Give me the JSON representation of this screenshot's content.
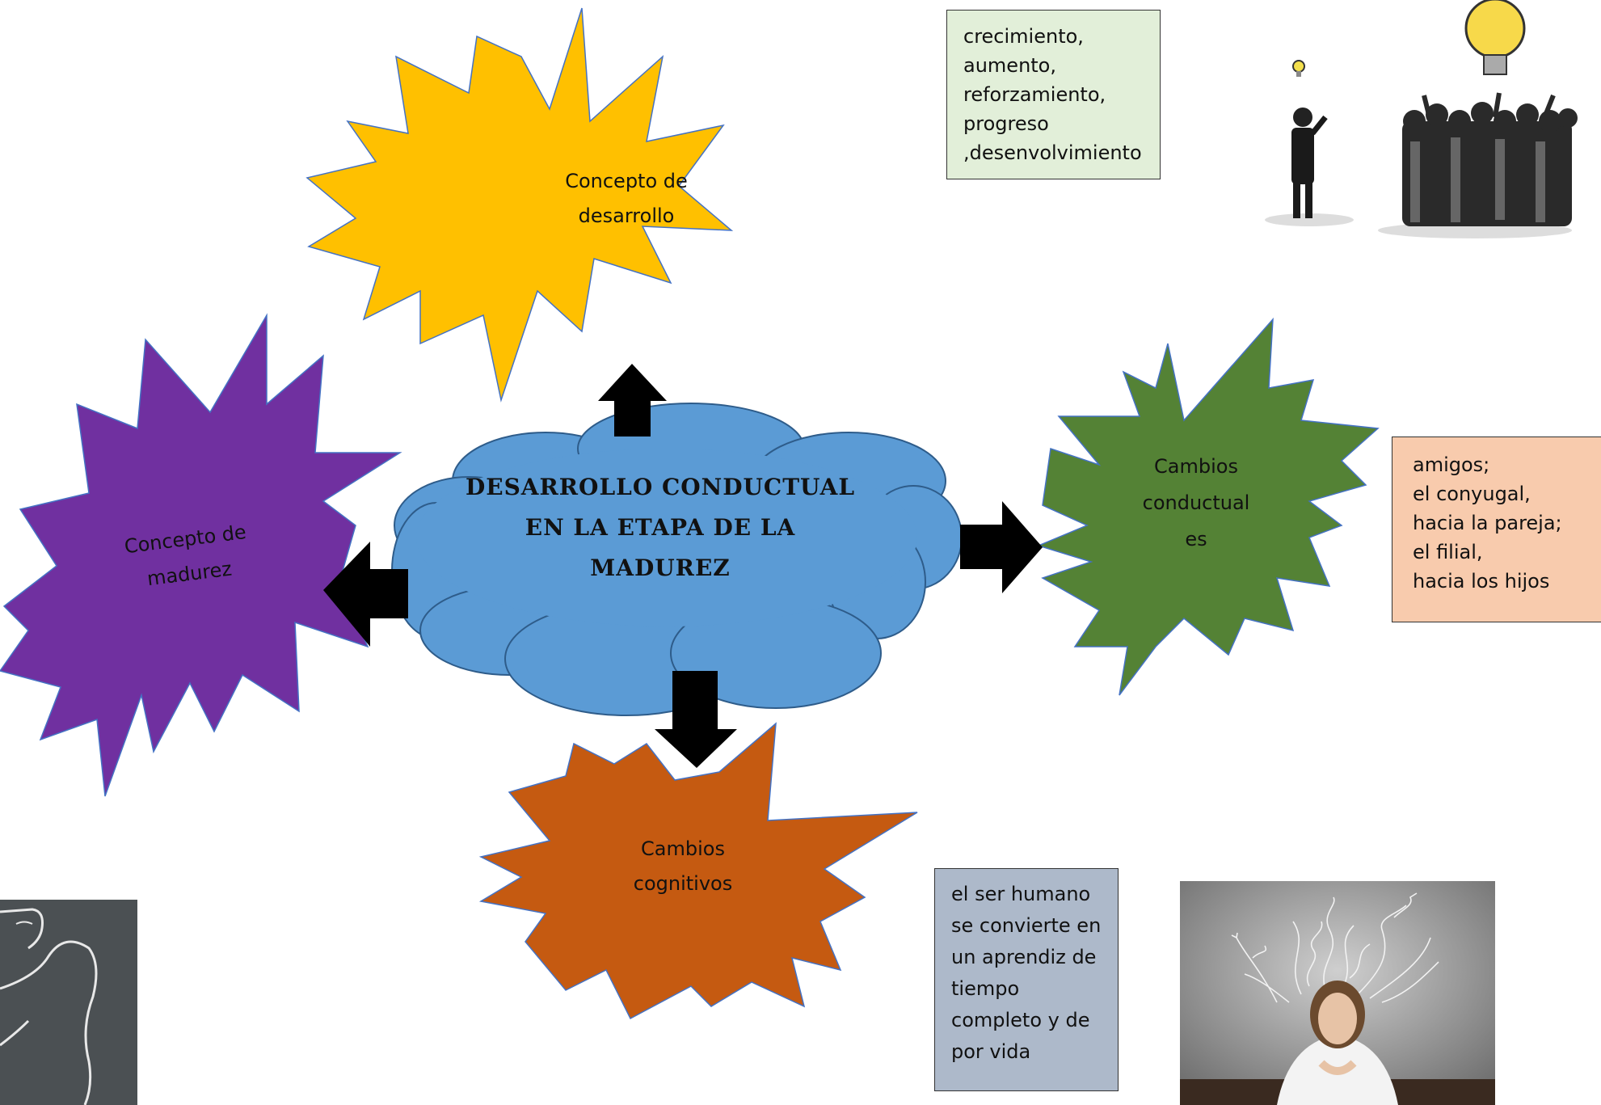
{
  "center": {
    "lines": [
      "Desarrollo conductual",
      "en la etapa de la",
      "madurez"
    ]
  },
  "nodes": {
    "top": {
      "lines": [
        "Concepto de",
        "desarrollo"
      ],
      "color": "#FFC000"
    },
    "left": {
      "lines": [
        "Concepto de",
        "madurez"
      ],
      "color": "#7030A0"
    },
    "right": {
      "lines": [
        "Cambios",
        "conductual",
        "es"
      ],
      "color": "#548235"
    },
    "bottom": {
      "lines": [
        "Cambios",
        "cognitivos"
      ],
      "color": "#C55A11"
    }
  },
  "boxes": {
    "top": {
      "lines": [
        "crecimiento,",
        " aumento,",
        " reforzamiento,",
        " progreso",
        ",desenvolvimiento"
      ],
      "color": "#E2EFD9"
    },
    "right": {
      "lines": [
        "amigos;",
        "el conyugal,",
        "hacia la pareja;",
        "el filial,",
        "hacia los hijos"
      ],
      "color": "#F8CBAD"
    },
    "bottom": {
      "lines": [
        "el ser humano",
        "se convierte en",
        "un aprendiz de",
        "tiempo",
        "completo y de",
        "por vida"
      ],
      "color": "#ADB9CA"
    }
  },
  "images": {
    "top_right": "lightbulb-crowd-illustration",
    "bottom_right": "thinking-woman-photo",
    "bottom_left": "chalk-arm-drawing"
  },
  "colors": {
    "cloud": "#5B9BD5",
    "arrows": "#000000"
  }
}
